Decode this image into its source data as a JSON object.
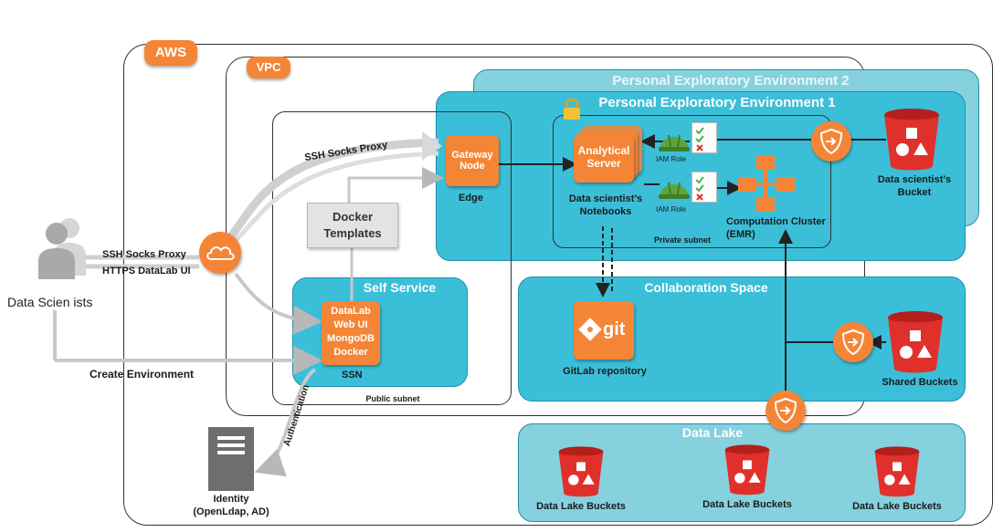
{
  "tags": {
    "aws": "AWS",
    "vpc": "VPC"
  },
  "environments": {
    "pee2_title": "Personal Exploratory Environment 2",
    "pee1_title": "Personal Exploratory Environment 1"
  },
  "panels": {
    "self_service": "Self Service",
    "collaboration_space": "Collaboration Space",
    "data_lake": "Data Lake"
  },
  "subnets": {
    "public": "Public subnet",
    "private": "Private subnet"
  },
  "nodes": {
    "gateway_line1": "Gateway",
    "gateway_line2": "Node",
    "edge": "Edge",
    "analytical_line1": "Analytical",
    "analytical_line2": "Server",
    "notebooks_line1": "Data scientist’s",
    "notebooks_line2": "Notebooks",
    "iam_role": "IAM Role",
    "cluster_line1": "Computation Cluster",
    "cluster_line2": "(EMR)",
    "ds_bucket_line1": "Data scientist’s",
    "ds_bucket_line2": "Bucket",
    "docker_line1": "Docker",
    "docker_line2": "Templates",
    "ssn_line1": "DataLab",
    "ssn_line2": "Web UI",
    "ssn_line3": "MongoDB",
    "ssn_line4": "Docker",
    "ssn": "SSN",
    "git_text": "git",
    "gitlab": "GitLab repository",
    "shared_buckets": "Shared Buckets",
    "data_lake_buckets": [
      "Data Lake Buckets",
      "Data Lake Buckets",
      "Data Lake Buckets"
    ],
    "identity_line1": "Identity",
    "identity_line2": "(OpenLdap, AD)"
  },
  "labels": {
    "data_scientists": "Data Scien ists",
    "ssh_proxy_left": "SSH Socks Proxy",
    "https_ui": "HTTPS DataLab UI",
    "ssh_proxy_arrow": "SSH Socks Proxy",
    "create_env": "Create Environment",
    "authentication": "Authentication"
  },
  "colors": {
    "orange": "#f58536",
    "teal": "#3bbfd9",
    "teal_light": "#86d1de",
    "red": "#e0302b"
  }
}
